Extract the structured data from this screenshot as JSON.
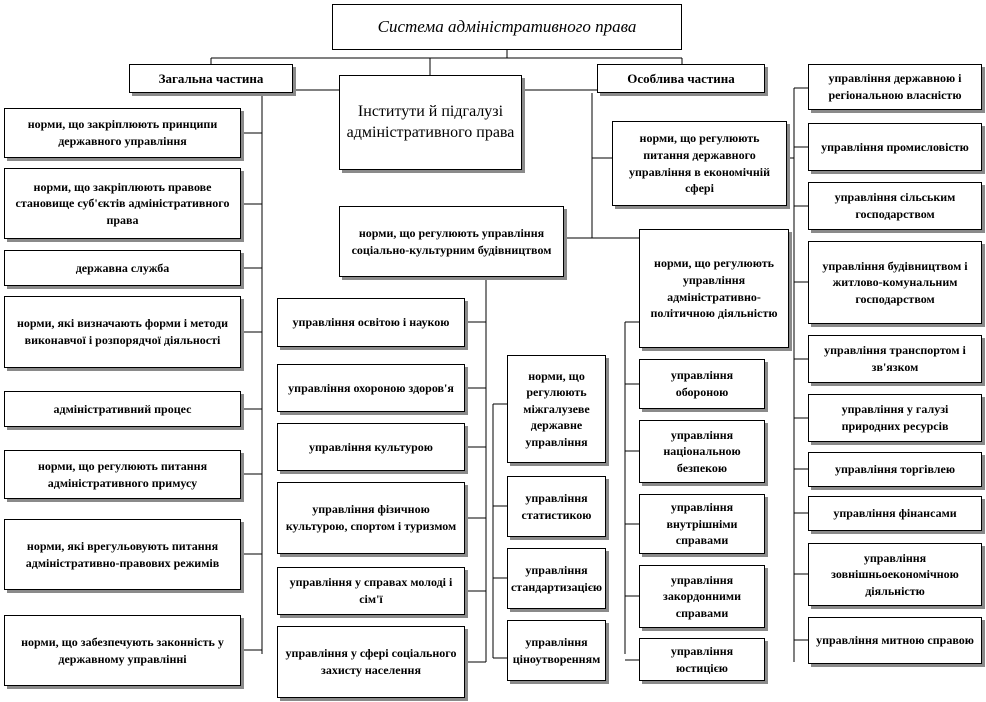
{
  "title": "Система адміністративного права",
  "general": {
    "label": "Загальна частина",
    "items": [
      "норми, що закріплюють принципи державного управління",
      "норми, що закріплюють правове становище суб'єктів адміністративного права",
      "державна служба",
      "норми, які визначають форми і методи виконавчої і розпорядчої діяльності",
      "адміністративний процес",
      "норми, що регулюють питання адміністративного примусу",
      "норми, які врегульовують питання адміністративно-правових режимів",
      "норми, що забезпечують законність у державному управлінні"
    ]
  },
  "institutes": {
    "label": "Інститути й підгалузі адміністративного права"
  },
  "social": {
    "label": "норми, що регулюють управління соціально-культурним будівництвом",
    "items": [
      "управління освітою і наукою",
      "управління охороною здоров'я",
      "управління культурою",
      "управління фізичною культурою, спортом і туризмом",
      "управління у справах молоді і сім'ї",
      "управління у сфері соціального захисту населення"
    ]
  },
  "intersectoral": {
    "label": "норми, що регулюють міжгалузеве державне управління",
    "items": [
      "управління статистикою",
      "управління стандартизацією",
      "управління ціноутворенням"
    ]
  },
  "special": {
    "label": "Особлива частина"
  },
  "economic": {
    "label": "норми, що регулюють питання державного управління в економічній сфері",
    "items": [
      "управління державною і регіональною власністю",
      "управління промисловістю",
      "управління сільським господарством",
      "управління будівництвом і житлово-комунальним господарством",
      "управління транспортом і зв'язком",
      "управління у галузі природних ресурсів",
      "управління торгівлею",
      "управління фінансами",
      "управління зовнішньоекономічною діяльністю",
      "управління митною справою"
    ]
  },
  "admin_political": {
    "label": "норми, що регулюють управління адміністративно-політичною діяльністю",
    "items": [
      "управління обороною",
      "управління національною безпекою",
      "управління внутрішніми справами",
      "управління закордонними справами",
      "управління юстицією"
    ]
  }
}
